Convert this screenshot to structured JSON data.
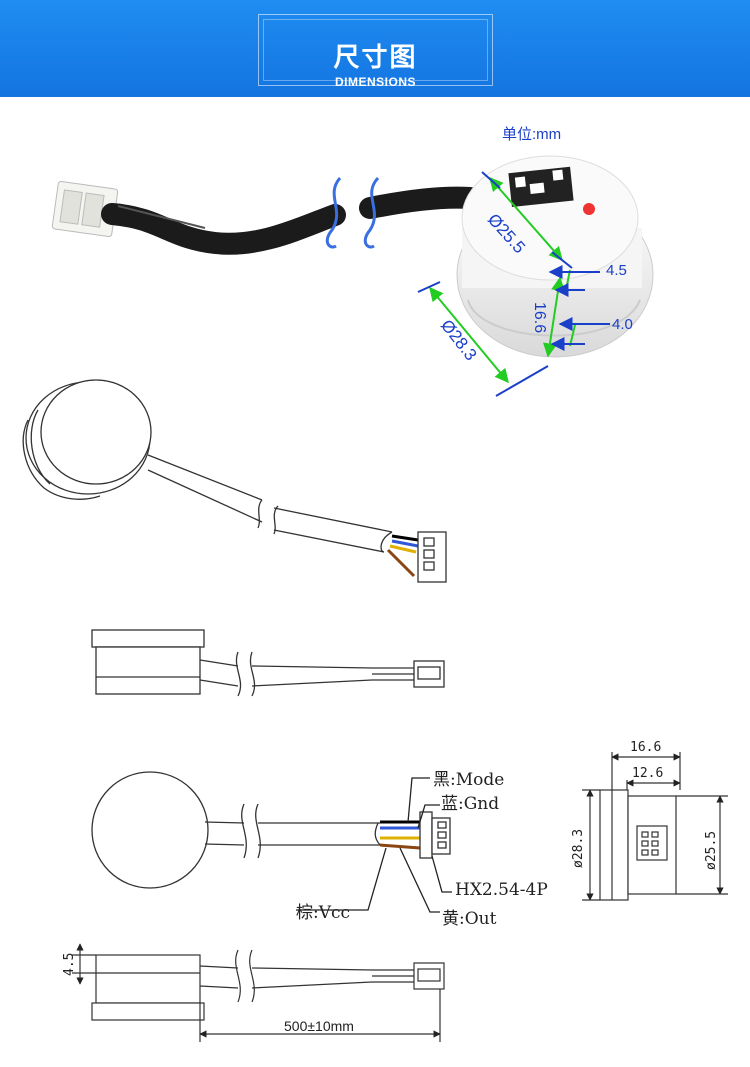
{
  "header": {
    "title": "尺寸图",
    "subtitle": "DIMENSIONS",
    "bg_color_top": "#1f8df2",
    "bg_color_bottom": "#1474e0"
  },
  "photo": {
    "unit_label": "单位:mm",
    "dims": {
      "top_diameter": "Ø25.5",
      "top_step": "4.5",
      "height": "16.6",
      "bottom_step": "4.0",
      "bottom_diameter": "Ø28.3"
    },
    "dimension_color": "#1a3fc9",
    "extension_color": "#22cc22"
  },
  "wiring": {
    "black": "黑:Mode",
    "blue": "蓝:Gnd",
    "brown": "棕:Vcc",
    "connector": "HX2.54-4P",
    "yellow": "黄:Out"
  },
  "side_view": {
    "total_width": "16.6",
    "inner_width": "12.6",
    "outer_diameter": "ø28.3",
    "inner_diameter": "ø25.5"
  },
  "bottom_view": {
    "step_height": "4.5",
    "cable_length": "500±10mm"
  }
}
